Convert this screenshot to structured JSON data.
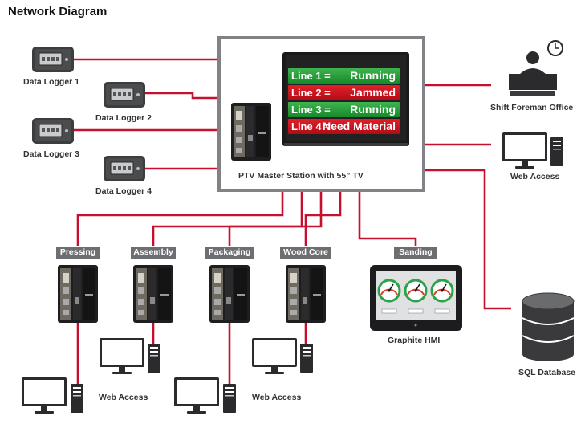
{
  "diagram": {
    "title": "Network Diagram",
    "master_station_label": "PTV Master Station with 55” TV",
    "tv_rows": [
      {
        "line": "Line 1 =",
        "status": "Running",
        "color": "#1f9a34"
      },
      {
        "line": "Line 2 =",
        "status": "Jammed",
        "color": "#cf1420"
      },
      {
        "line": "Line 3 =",
        "status": "Running",
        "color": "#1f9a34"
      },
      {
        "line": "Line 4 =",
        "status": "Need Material",
        "color": "#cf1420"
      }
    ],
    "data_loggers": [
      "Data Logger 1",
      "Data Logger 2",
      "Data Logger 3",
      "Data Logger 4"
    ],
    "stations": [
      "Pressing",
      "Assembly",
      "Packaging",
      "Wood Core",
      "Sanding"
    ],
    "right_nodes": {
      "shift_foreman": "Shift Foreman Office",
      "web_access": "Web Access",
      "sql_database": "SQL Database",
      "graphite_hmi": "Graphite HMI"
    },
    "bottom_web_access": [
      "Web Access",
      "Web Access"
    ],
    "colors": {
      "connection": "#c8102e",
      "frame": "#808285",
      "tag_bg": "#6d6e71"
    }
  }
}
